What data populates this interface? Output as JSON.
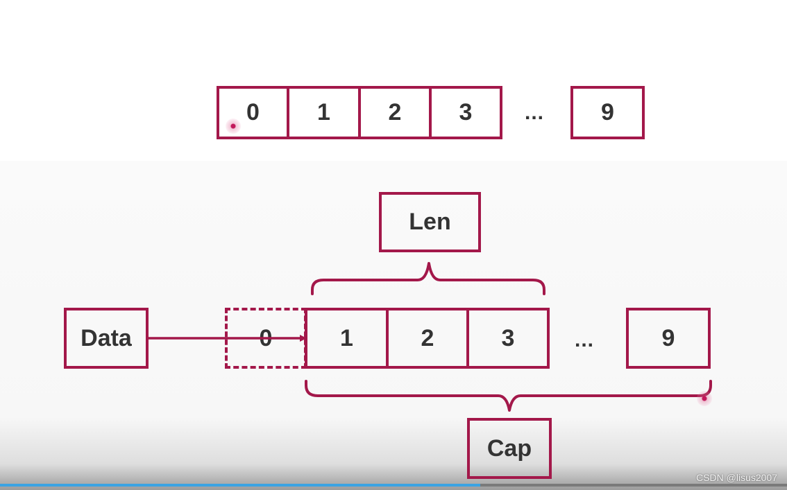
{
  "top_array": {
    "cells": [
      "0",
      "1",
      "2",
      "3",
      "9"
    ],
    "ellipsis": "..."
  },
  "slice": {
    "data_label": "Data",
    "dashed_cell": "0",
    "cells": [
      "1",
      "2",
      "3",
      "9"
    ],
    "ellipsis": "...",
    "len_label": "Len",
    "cap_label": "Cap"
  },
  "watermark": "CSDN @lisus2007",
  "colors": {
    "box_border": "#a3184a",
    "text": "#333333",
    "progress": "#3aa3e3"
  },
  "video_progress_fraction": 0.61
}
